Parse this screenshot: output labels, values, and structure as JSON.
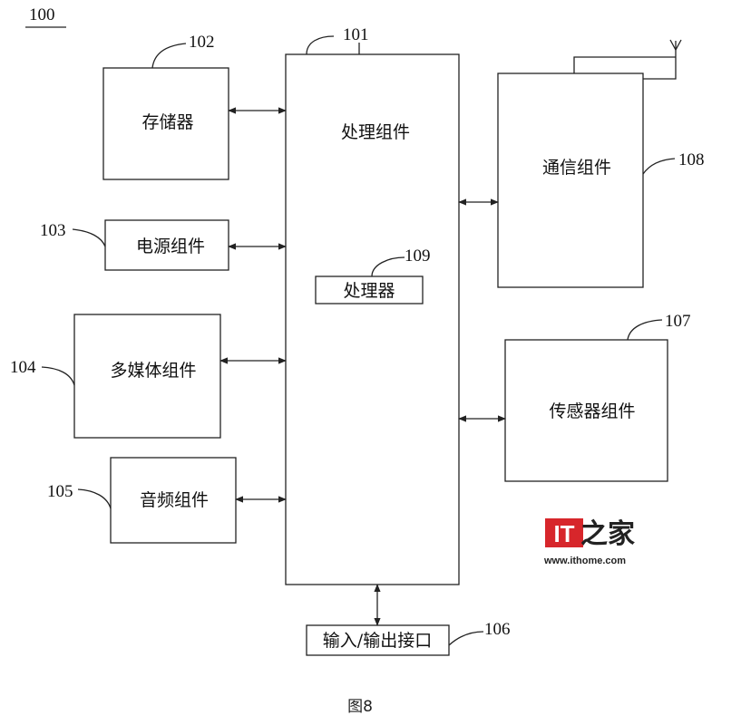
{
  "figure_ref": "100",
  "caption": "图8",
  "components": {
    "processing": {
      "label": "处理组件",
      "ref": "101"
    },
    "processor": {
      "label": "处理器",
      "ref": "109"
    },
    "memory": {
      "label": "存储器",
      "ref": "102"
    },
    "power": {
      "label": "电源组件",
      "ref": "103"
    },
    "multimedia": {
      "label": "多媒体组件",
      "ref": "104"
    },
    "audio": {
      "label": "音频组件",
      "ref": "105"
    },
    "io": {
      "label": "输入/输出接口",
      "ref": "106"
    },
    "sensor": {
      "label": "传感器组件",
      "ref": "107"
    },
    "communication": {
      "label": "通信组件",
      "ref": "108"
    }
  },
  "watermark": {
    "logo": "IT之家",
    "url": "www.ithome.com",
    "colors": {
      "brand_red": "#d7262b"
    }
  }
}
